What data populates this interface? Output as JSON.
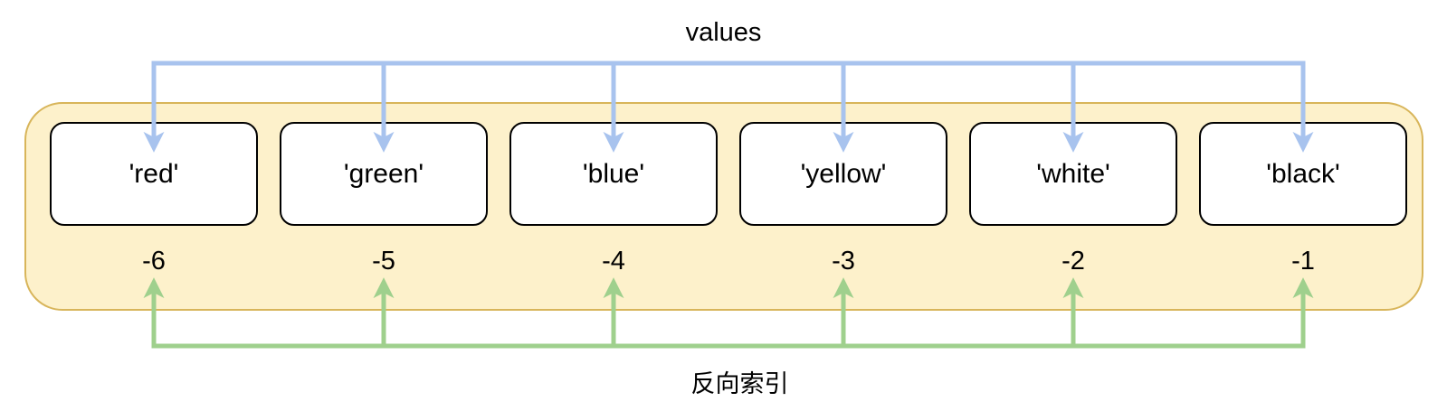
{
  "diagram": {
    "title": "values",
    "bottom_label": "反向索引",
    "items": [
      {
        "value": "'red'",
        "index": "-6"
      },
      {
        "value": "'green'",
        "index": "-5"
      },
      {
        "value": "'blue'",
        "index": "-4"
      },
      {
        "value": "'yellow'",
        "index": "-3"
      },
      {
        "value": "'white'",
        "index": "-2"
      },
      {
        "value": "'black'",
        "index": "-1"
      }
    ],
    "colors": {
      "values_arrow": "#a8c3ee",
      "index_arrow": "#9fd08d",
      "container_fill": "#fdf1cb",
      "container_border": "#d8b55a",
      "box_fill": "#ffffff",
      "box_border": "#000000",
      "text": "#000000"
    }
  }
}
